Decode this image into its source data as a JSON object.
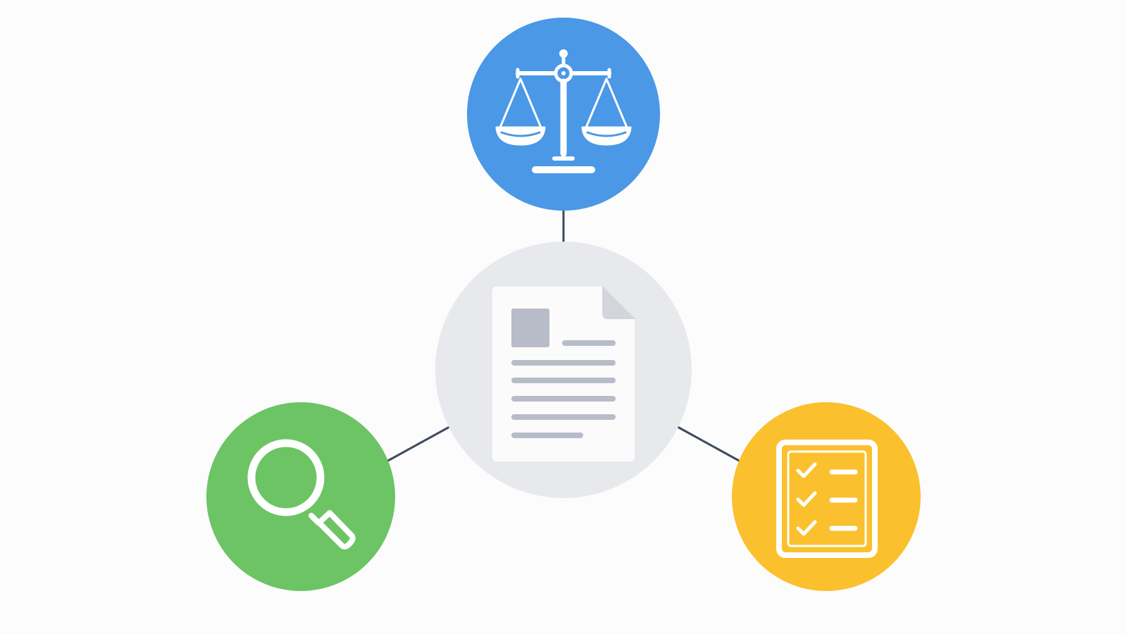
{
  "diagram": {
    "center_node": {
      "name": "document",
      "icon": "document-icon",
      "color": "#E8E9EC"
    },
    "satellite_nodes": [
      {
        "name": "legal",
        "icon": "scales-of-justice-icon",
        "color": "#4A98E6"
      },
      {
        "name": "search",
        "icon": "magnifying-glass-icon",
        "color": "#6CC465"
      },
      {
        "name": "checklist",
        "icon": "checklist-icon",
        "color": "#FBC02D"
      }
    ],
    "connector_color": "#3E4A5C",
    "background_color": "#FCFCFC",
    "icon_stroke_color": "#FFFFFF",
    "document_line_color": "#B8BCC8"
  }
}
